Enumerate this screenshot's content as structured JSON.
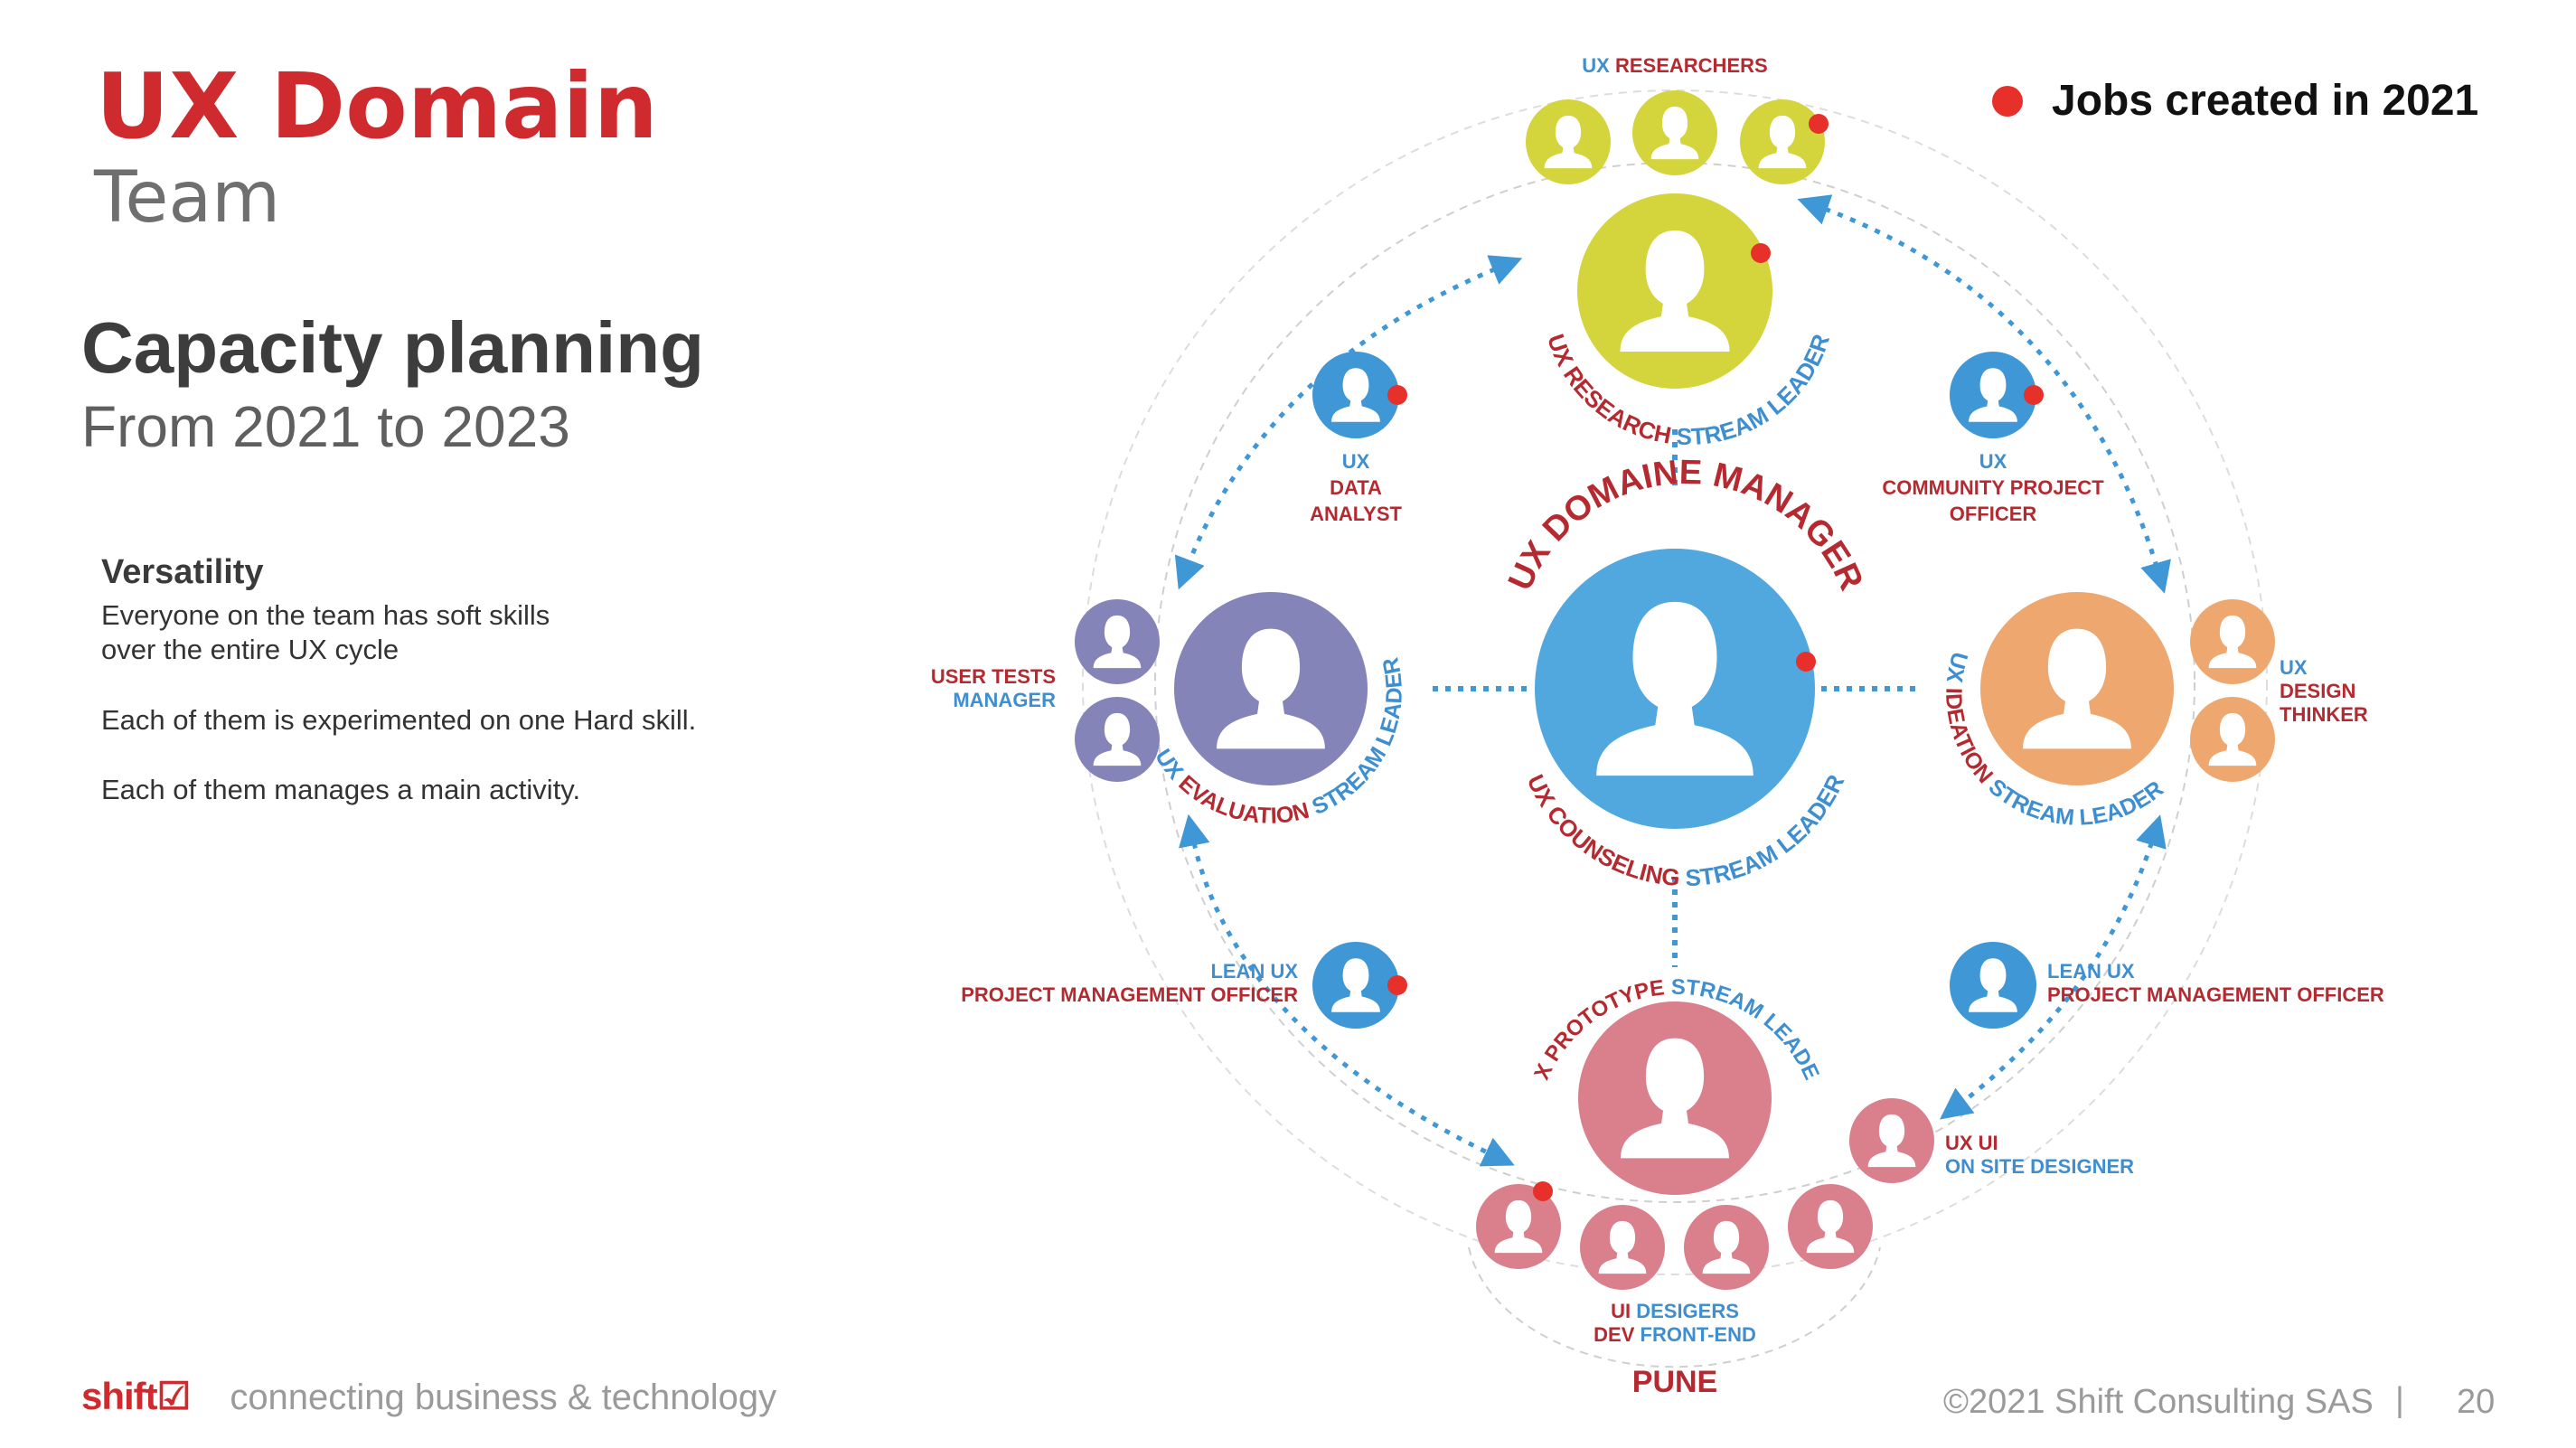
{
  "header": {
    "title": "UX Domain",
    "subtitle": "Team"
  },
  "section": {
    "title": "Capacity planning",
    "subtitle": "From 2021 to 2023"
  },
  "versatility": {
    "heading": "Versatility",
    "line1": "Everyone on the team has soft skills",
    "line2": "over the entire UX cycle",
    "line3": "Each of them is experimented on one Hard skill.",
    "line4": "Each of them manages a main activity."
  },
  "legend": {
    "label": "Jobs created in 2021",
    "color": "#e8302a"
  },
  "colors": {
    "red": "#b52a30",
    "blue": "#3f8fd0",
    "yellow": "#d4d43c",
    "purple": "#8584b8",
    "orange": "#eea86f",
    "pink": "#d9808c",
    "center": "#50a8df"
  },
  "diagram": {
    "researchers_ux": "UX",
    "researchers_rest": "RESEARCHERS",
    "research_arc_red": "UX RESEARCH",
    "research_arc_blue": "STREAM LEADER",
    "data_ux": "UX",
    "data_1": "DATA",
    "data_2": "ANALYST",
    "community_ux": "UX",
    "community_1": "COMMUNITY PROJECT",
    "community_2": "OFFICER",
    "manager_arc": "UX DOMAINE MANAGER",
    "counseling_arc_red": "UX COUNSELING",
    "counseling_arc_blue": "STREAM LEADER",
    "eval_arc_blue1": "UX",
    "eval_arc_red": "EVALUATION",
    "eval_arc_blue2": "STREAM LEADER",
    "tests_1": "USER TESTS",
    "tests_2": "MANAGER",
    "ideation_arc_blue1": "UX",
    "ideation_arc_red": "IDEATION",
    "ideation_arc_blue2": "STREAM LEADER",
    "design_1": "UX",
    "design_2": "DESIGN",
    "design_3": "THINKER",
    "lean_left_1": "LEAN UX",
    "lean_left_2": "PROJECT MANAGEMENT OFFICER",
    "lean_right_1": "LEAN UX",
    "lean_right_2": "PROJECT MANAGEMENT OFFICER",
    "proto_arc_red": "UX PROTOTYPE",
    "proto_arc_blue": "STREAM LEADER",
    "uxui_1": "UX UI",
    "uxui_2": "ON SITE DESIGNER",
    "ui_red": "UI",
    "ui_blue": "DESIGERS",
    "dev_red": "DEV",
    "dev_blue": "FRONT-END",
    "pune": "PUNE"
  },
  "footer": {
    "logo": "shift☑",
    "tagline": "connecting business & technology",
    "copyright": "©2021 Shift Consulting SAS",
    "separator": "|",
    "page": "20"
  }
}
